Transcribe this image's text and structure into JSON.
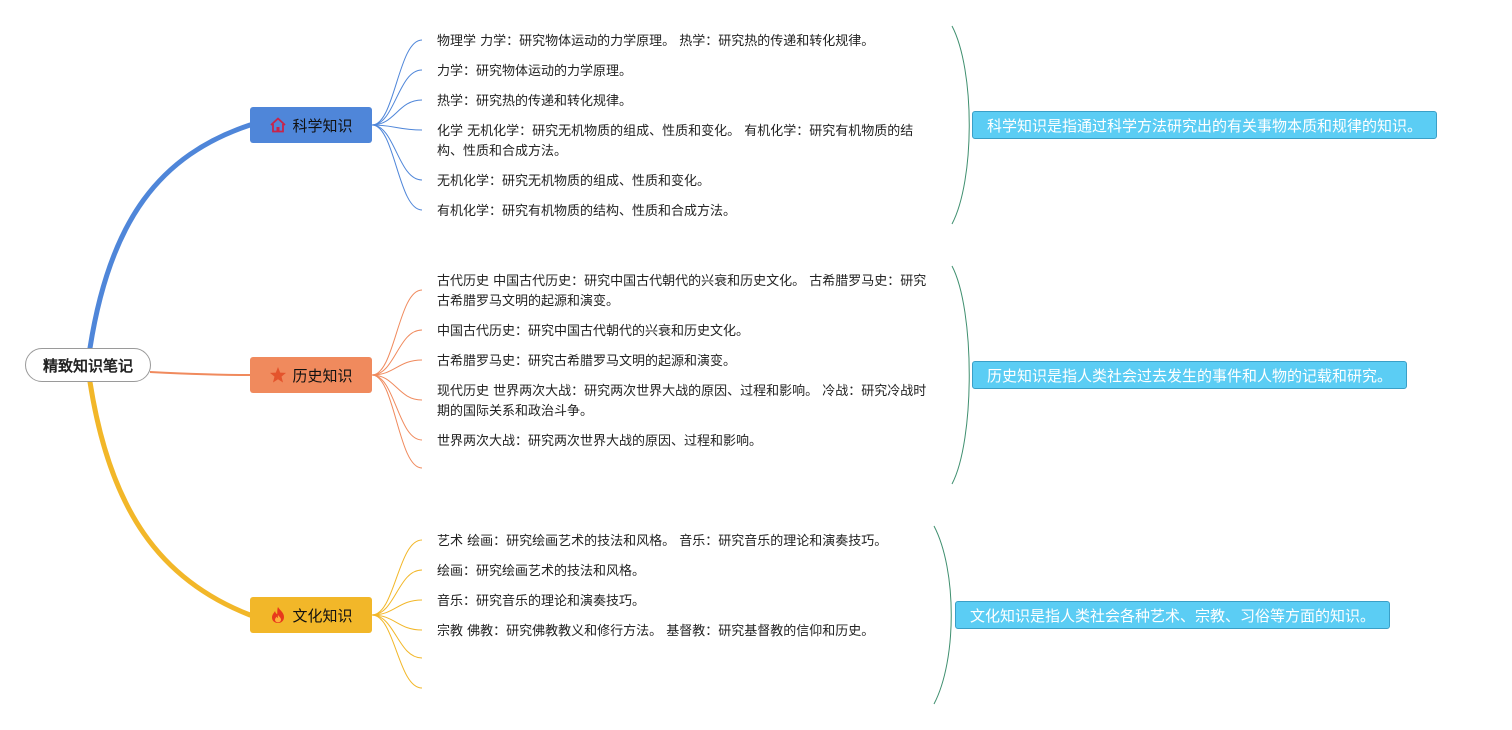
{
  "root": {
    "label": "精致知识笔记"
  },
  "branches": [
    {
      "label": "科学知识",
      "icon": "house-icon",
      "color": "#4f86d9",
      "leaves": [
        "物理学 力学：研究物体运动的力学原理。 热学：研究热的传递和转化规律。",
        "力学：研究物体运动的力学原理。",
        "热学：研究热的传递和转化规律。",
        "化学 无机化学：研究无机物质的组成、性质和变化。 有机化学：研究有机物质的结构、性质和合成方法。",
        "无机化学：研究无机物质的组成、性质和变化。",
        "有机化学：研究有机物质的结构、性质和合成方法。"
      ],
      "summary": "科学知识是指通过科学方法研究出的有关事物本质和规律的知识。"
    },
    {
      "label": "历史知识",
      "icon": "star-icon",
      "color": "#f08a5d",
      "leaves": [
        "古代历史 中国古代历史：研究中国古代朝代的兴衰和历史文化。 古希腊罗马史：研究古希腊罗马文明的起源和演变。",
        "中国古代历史：研究中国古代朝代的兴衰和历史文化。",
        "古希腊罗马史：研究古希腊罗马文明的起源和演变。",
        "现代历史 世界两次大战：研究两次世界大战的原因、过程和影响。 冷战：研究冷战时期的国际关系和政治斗争。",
        "世界两次大战：研究两次世界大战的原因、过程和影响。",
        ""
      ],
      "summary": "历史知识是指人类社会过去发生的事件和人物的记载和研究。"
    },
    {
      "label": "文化知识",
      "icon": "fire-icon",
      "color": "#f2b729",
      "leaves": [
        "艺术 绘画：研究绘画艺术的技法和风格。 音乐：研究音乐的理论和演奏技巧。",
        "绘画：研究绘画艺术的技法和风格。",
        "音乐：研究音乐的理论和演奏技巧。",
        "宗教 佛教：研究佛教教义和修行方法。 基督教：研究基督教的信仰和历史。",
        "",
        ""
      ],
      "summary": "文化知识是指人类社会各种艺术、宗教、习俗等方面的知识。"
    }
  ]
}
